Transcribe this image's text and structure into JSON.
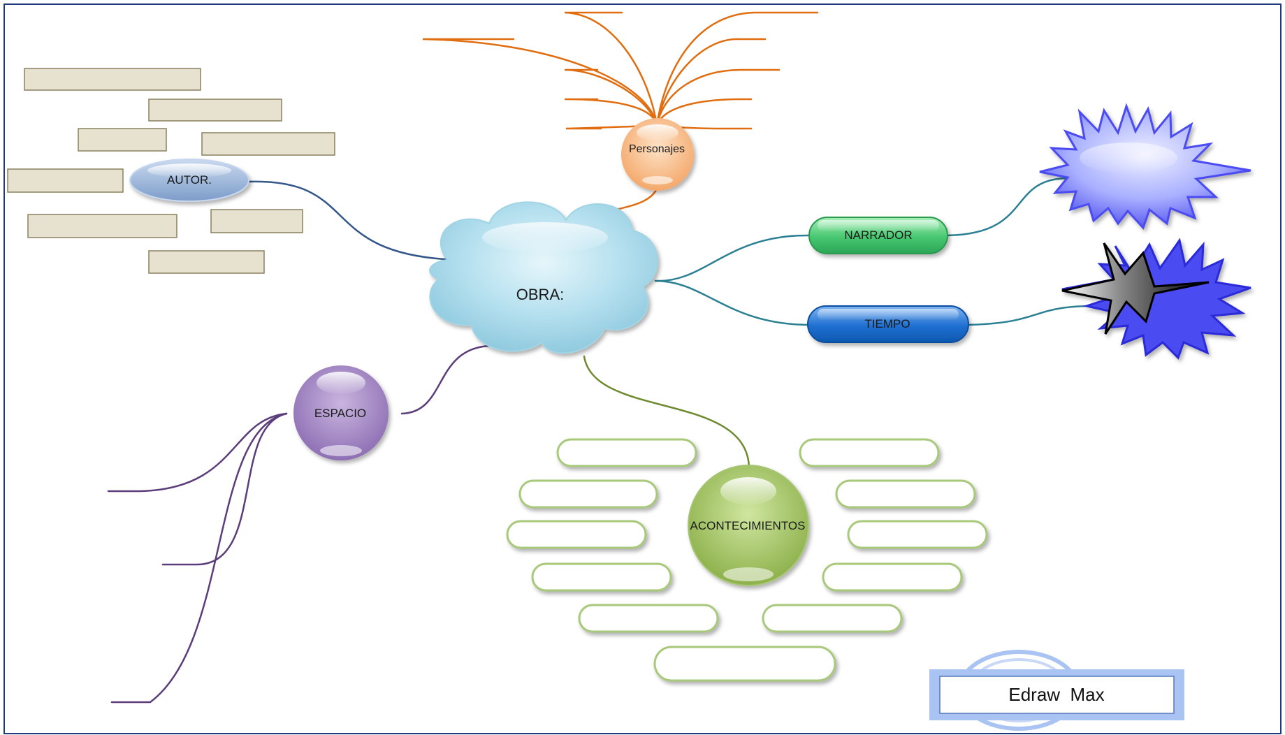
{
  "diagram": {
    "type": "mind-map",
    "central": {
      "label": "OBRA:"
    },
    "branches": {
      "autor": {
        "label": "AUTOR."
      },
      "personajes": {
        "label": "Personajes"
      },
      "narrador": {
        "label": "NARRADOR"
      },
      "tiempo": {
        "label": "TIEMPO"
      },
      "espacio": {
        "label": "ESPACIO"
      },
      "acontecimientos": {
        "label": "ACONTECIMIENTOS"
      }
    }
  },
  "watermark": {
    "label": "Edraw  Max"
  },
  "colors": {
    "frame": "#1f3a7a",
    "autor_line": "#34578a",
    "personajes_line": "#e06d10",
    "narrador_line": "#2b7f93",
    "espacio_line": "#5b3d7a",
    "acontecimientos_line": "#6e8a2e",
    "autor_box_fill": "#e6e2cf",
    "autor_box_stroke": "#8a8060",
    "event_pill_stroke": "#a8c87a",
    "starburst": "#4c4cf2"
  }
}
